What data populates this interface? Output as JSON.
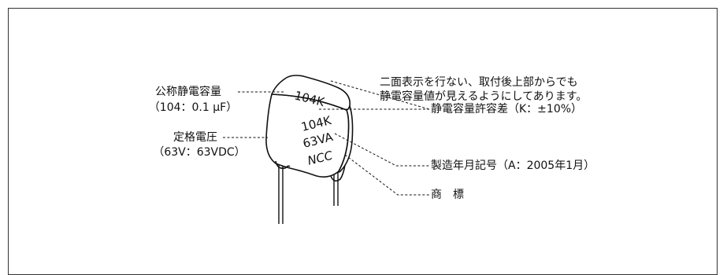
{
  "note": {
    "line1": "二面表示を行ない、取付後上部からでも",
    "line2": "静電容量値が見えるようにしてあります。"
  },
  "left": {
    "capacitance_label": "公称静電容量",
    "capacitance_value": "（104：0.1 μF）",
    "voltage_label": "定格電圧",
    "voltage_value": "（63V：63VDC）"
  },
  "right": {
    "tolerance": "静電容量許容差（K：±10%）",
    "date_code": "製造年月記号（A：2005年1月）",
    "trademark": "商　標"
  },
  "marking": {
    "top": "104K",
    "front1": "104K",
    "front2": "63VA",
    "front3": "NCC"
  },
  "colors": {
    "line": "#111111",
    "body_fill": "#ffffff",
    "frame": "#333333"
  }
}
